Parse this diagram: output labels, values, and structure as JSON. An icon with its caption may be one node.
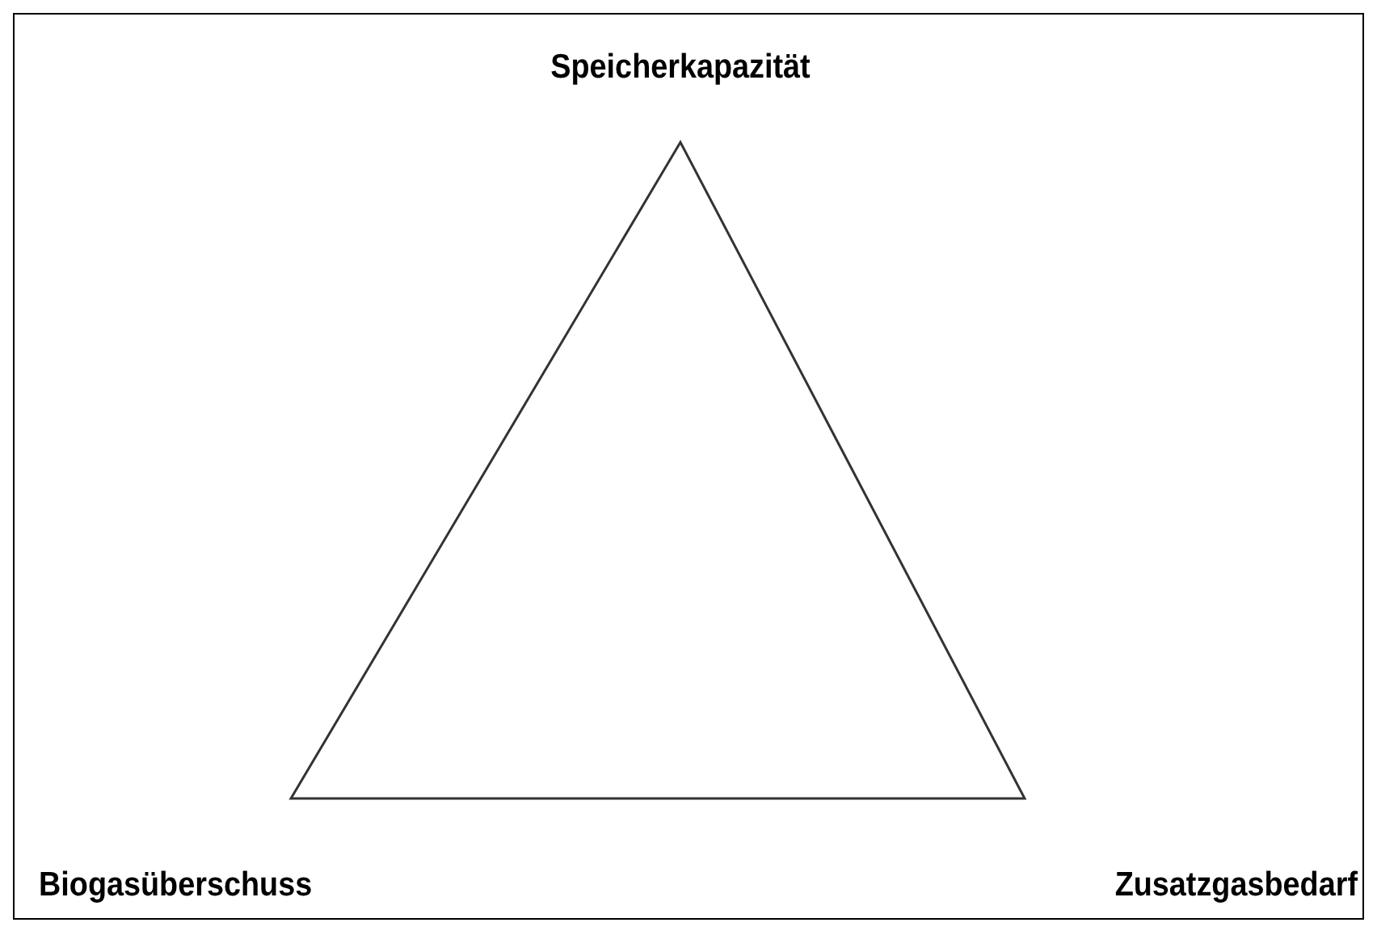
{
  "diagram": {
    "labels": [
      "Speicherkapazität",
      "Biogasüberschuss",
      "Zusatzgasbedarf"
    ]
  }
}
